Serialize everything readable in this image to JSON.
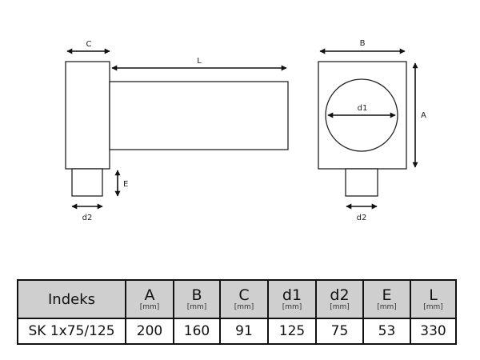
{
  "dimensions": {
    "C": "C",
    "L": "L",
    "E": "E",
    "d2_left": "d2",
    "B": "B",
    "d1": "d1",
    "A": "A",
    "d2_right": "d2"
  },
  "table": {
    "index_header": "Indeks",
    "columns": [
      {
        "symbol": "A",
        "unit": "[mm]"
      },
      {
        "symbol": "B",
        "unit": "[mm]"
      },
      {
        "symbol": "C",
        "unit": "[mm]"
      },
      {
        "symbol": "d1",
        "unit": "[mm]"
      },
      {
        "symbol": "d2",
        "unit": "[mm]"
      },
      {
        "symbol": "E",
        "unit": "[mm]"
      },
      {
        "symbol": "L",
        "unit": "[mm]"
      }
    ],
    "row": {
      "index": "SK 1x75/125",
      "values": [
        "200",
        "160",
        "91",
        "125",
        "75",
        "53",
        "330"
      ]
    }
  }
}
